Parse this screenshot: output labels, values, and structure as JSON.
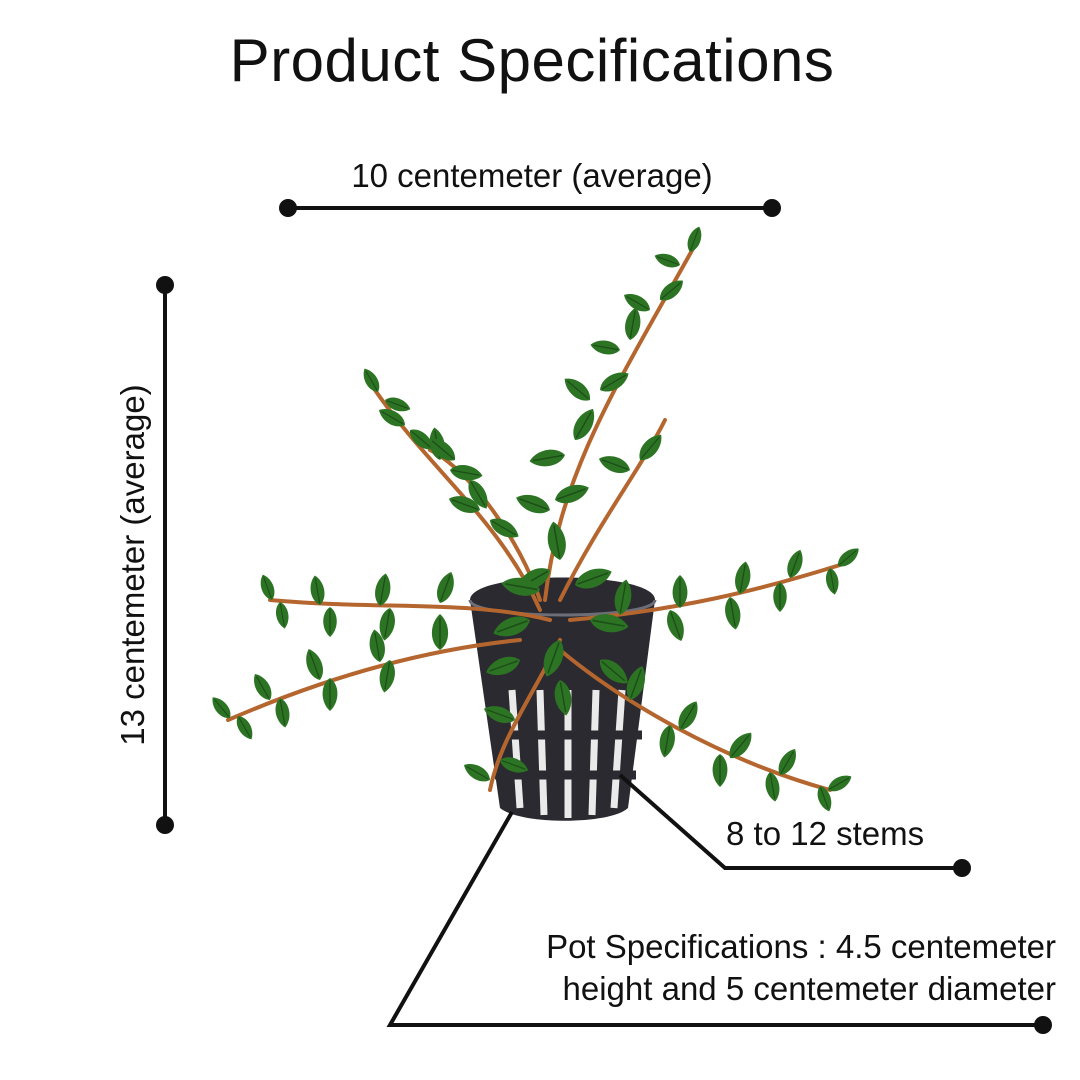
{
  "header": {
    "title": "Product Specifications"
  },
  "dimensions": {
    "width_label": "10 centemeter (average)",
    "height_label": "13 centemeter (average)",
    "stems_label": "8 to 12 stems",
    "pot_label_line1": "Pot Specifications : 4.5 centemeter",
    "pot_label_line2": "height and 5 centemeter diameter"
  },
  "colors": {
    "line": "#111111",
    "leaf_dark": "#1f5a1c",
    "leaf_mid": "#2f7a27",
    "leaf_light": "#4f9a3a",
    "stem": "#b5662f",
    "pot": "#2a2a30",
    "pot_highlight": "#6d6d78"
  }
}
